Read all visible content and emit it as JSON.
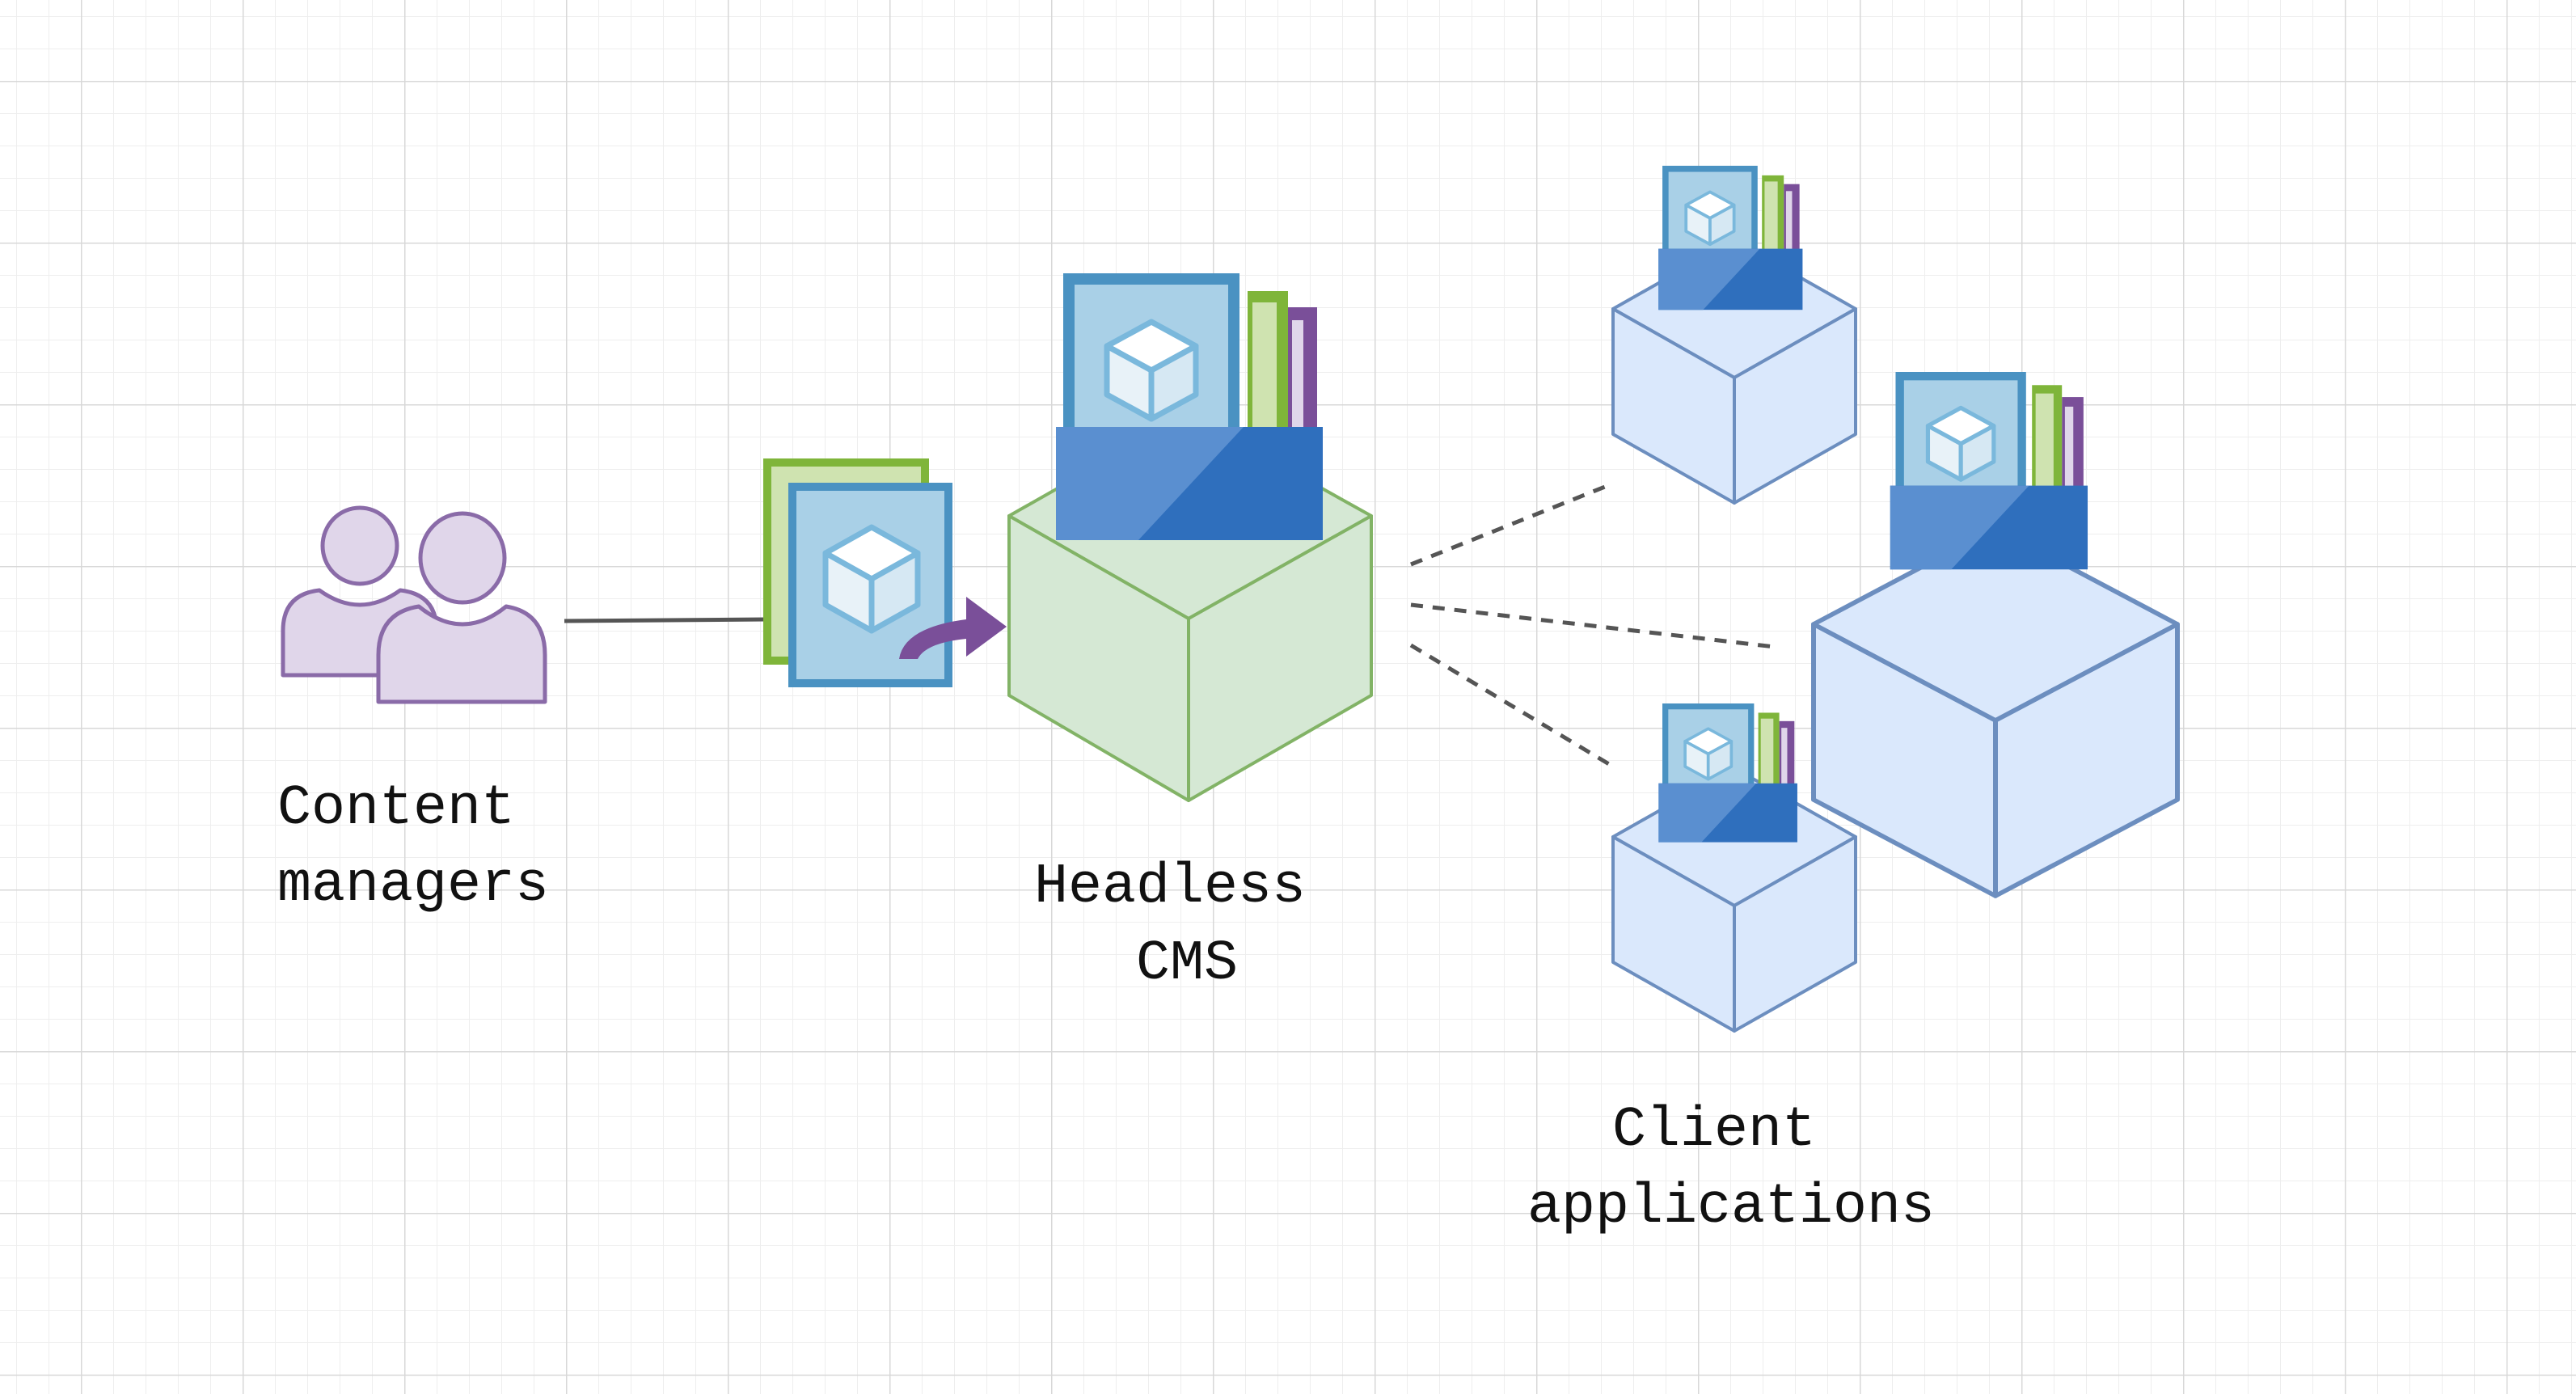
{
  "labels": {
    "content_managers": [
      "Content",
      "managers"
    ],
    "headless_cms": [
      "Headless",
      "CMS"
    ],
    "client_applications": [
      "Client",
      "applications"
    ]
  },
  "icons": {
    "users": "users-icon",
    "content_document": "content-document-icon",
    "publish_arrow": "publish-arrow-icon",
    "cms_cube": "cms-cube",
    "content_stack": "content-stack-icon",
    "client_cube": "client-cube"
  },
  "colors": {
    "grid_major": "#d8d8d8",
    "grid_minor": "#eeeeee",
    "users_fill": "#e0d6ea",
    "users_stroke": "#8a6ba8",
    "cms_fill": "#d5e8d4",
    "cms_stroke": "#82b366",
    "client_fill": "#dae8fc",
    "client_stroke": "#6c8ebf",
    "doc_blue": "#5a9bc8",
    "doc_light": "#a9d0e7",
    "tray_blue": "#2f6fbd",
    "tray_light": "#5a8fd0",
    "green_accent": "#7fb53a",
    "purple_accent": "#7a4f99",
    "connector": "#555555"
  }
}
